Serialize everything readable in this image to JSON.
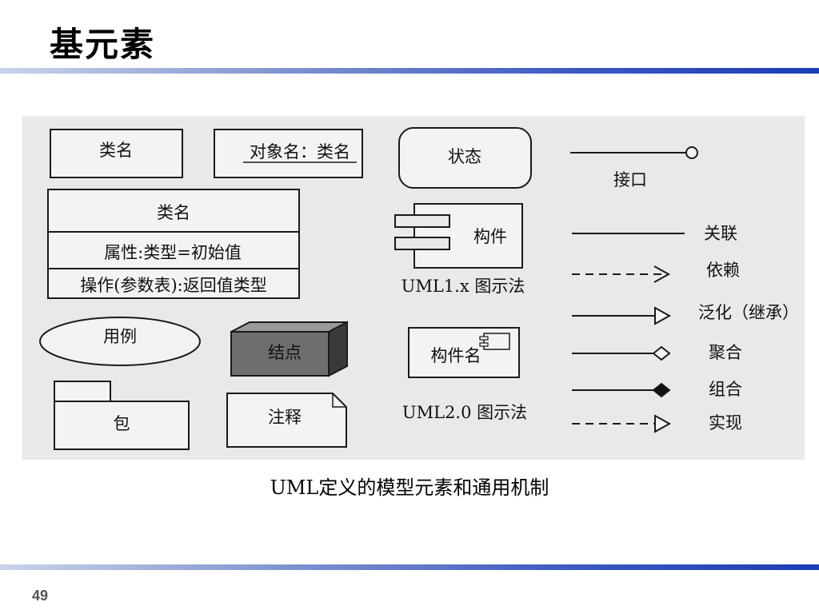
{
  "slide": {
    "title": "基元素",
    "caption": "UML定义的模型元素和通用机制",
    "page_number": "49"
  },
  "figure": {
    "class_name": "类名",
    "object_label": "对象名：类名",
    "state": "状态",
    "interface": "接口",
    "class_detail": {
      "name": "类名",
      "attribute": "属性:类型=初始值",
      "operation": "操作(参数表):返回值类型"
    },
    "component_1x": "构件",
    "uml1x_caption": "UML1.x 图示法",
    "use_case": "用例",
    "node": "结点",
    "component_20": "构件名",
    "uml20_caption": "UML2.0 图示法",
    "package": "包",
    "note": "注释",
    "relations": {
      "association": "关联",
      "dependency": "依赖",
      "generalization": "泛化（继承）",
      "aggregation": "聚合",
      "composition": "组合",
      "realization": "实现"
    }
  },
  "colors": {
    "rule_gradient_end": "#1b3db6",
    "figure_background": "#e7e9ea",
    "node_fill": "#6e6e6e"
  }
}
